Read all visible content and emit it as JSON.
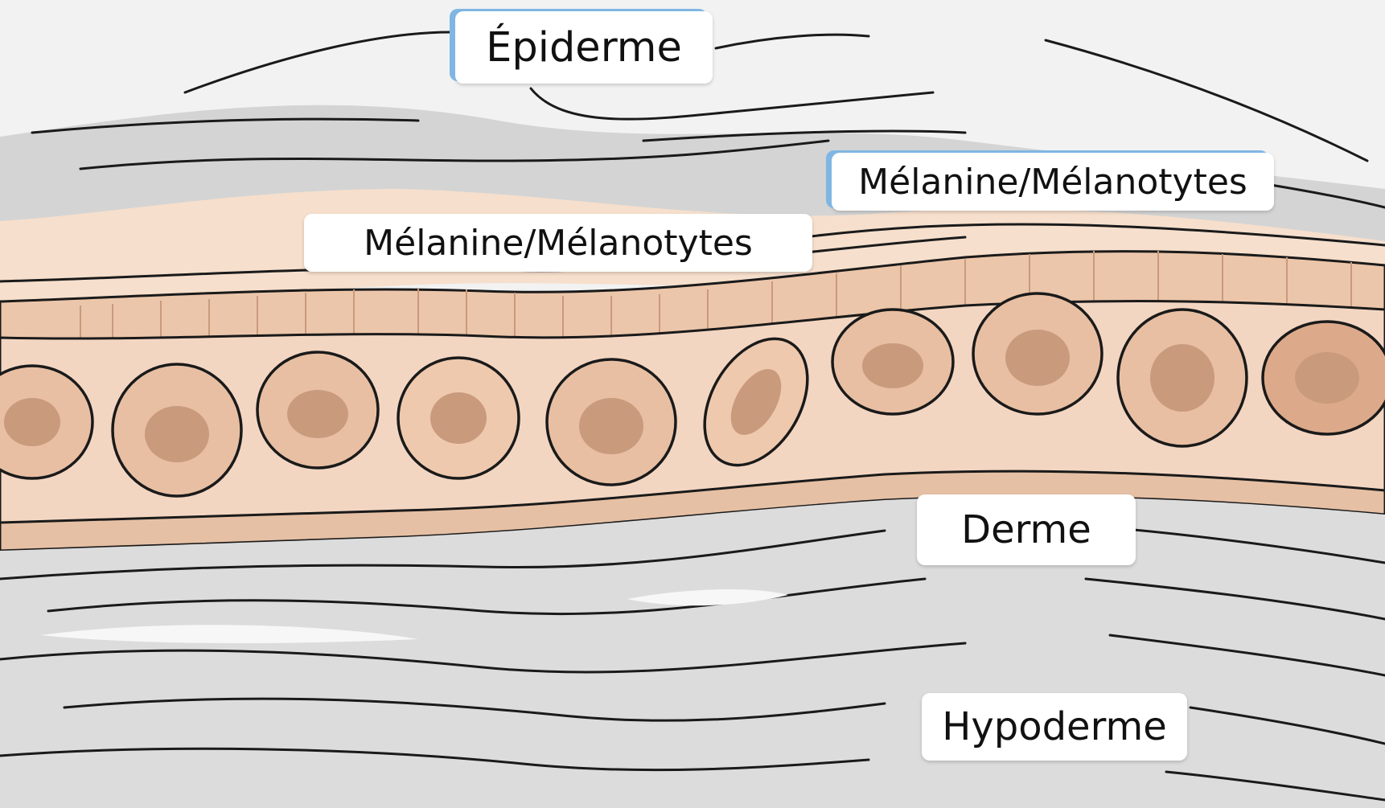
{
  "labels": {
    "epiderme": "Épiderme",
    "melanine_left": "Mélanine/Mélanotytes",
    "melanine_right": "Mélanine/Mélanotytes",
    "derme": "Derme",
    "hypoderme": "Hypoderme"
  },
  "colors": {
    "background": "#f2f2f2",
    "skin_light": "#f7e3d3",
    "skin_mid": "#ecc8ae",
    "cell_fill": "#e8bfa3",
    "cell_nucleus": "#c99a7c",
    "tissue_grey": "#c9c9c9",
    "outline": "#1a1a1a",
    "label_accent": "#7fb6e3"
  }
}
